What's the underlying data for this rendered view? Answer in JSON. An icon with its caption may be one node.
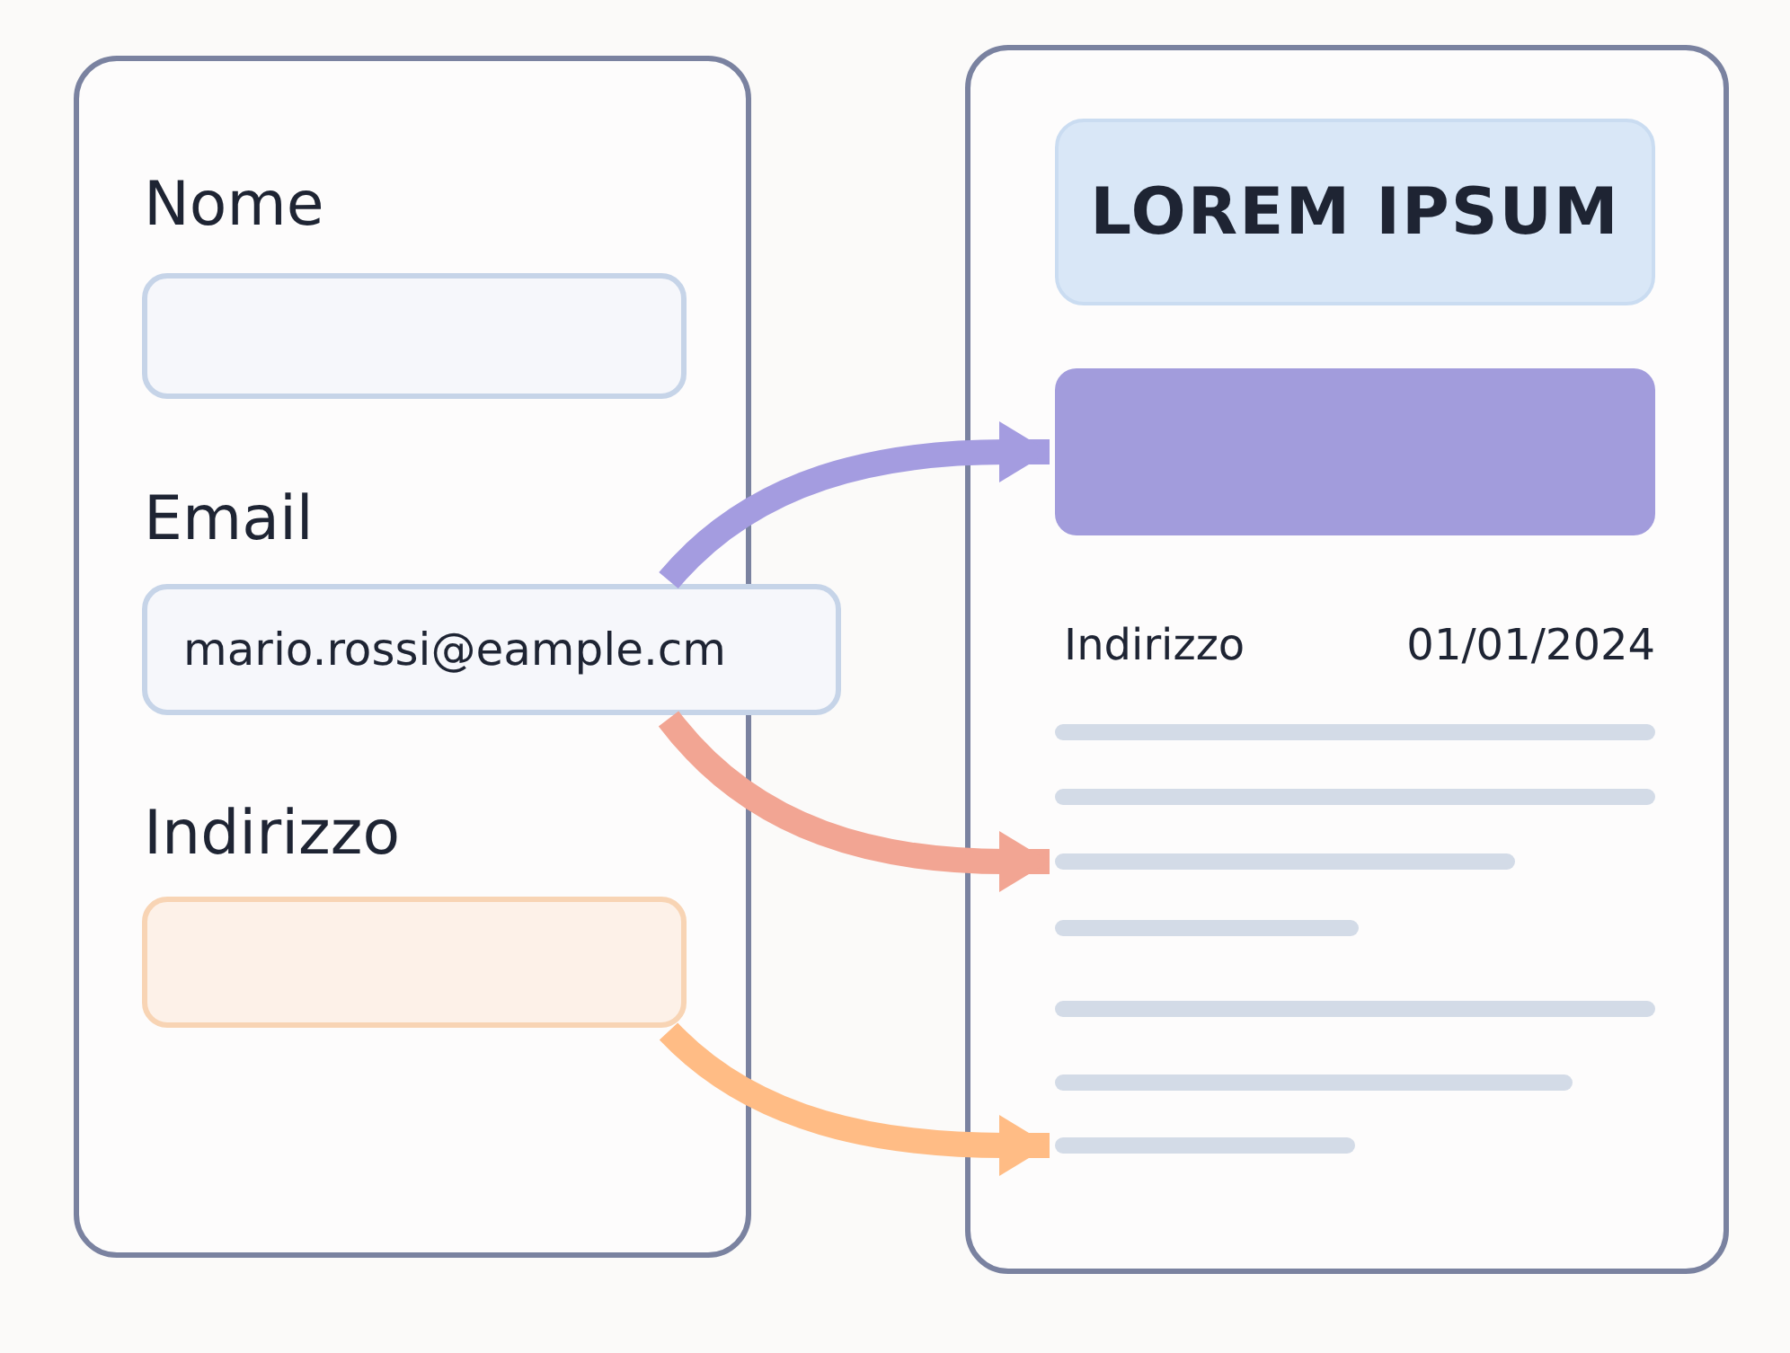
{
  "diagram": {
    "nodes": [
      {
        "text": [],
        "shape": "box"
      },
      {
        "text": [],
        "shape": "box",
        "in": 0,
        "beside": [
          "Nome"
        ]
      },
      {
        "text": [
          "mario.rossi@eample.cm"
        ],
        "beside": [
          "Email"
        ]
      },
      {
        "text": [],
        "shape": "box",
        "in": 0,
        "beside": [
          "Indirizzo"
        ]
      },
      {
        "text": [],
        "shape": "box"
      },
      {
        "text": [
          "LOREM IPSUM"
        ],
        "in": 4
      },
      {
        "text": [],
        "shape": "bar",
        "in": 4
      },
      {
        "text": [],
        "shape": "bar",
        "in": 4
      },
      {
        "text": [],
        "shape": "bar",
        "in": 4
      },
      {
        "text": [],
        "shape": "bar",
        "in": 4
      },
      {
        "text": [],
        "shape": "bar",
        "in": 4
      },
      {
        "text": [],
        "shape": "bar",
        "in": 4
      },
      {
        "text": [],
        "shape": "bar",
        "in": 4
      },
      {
        "text": [],
        "shape": "bar",
        "in": 4
      }
    ],
    "edges": [
      {
        "from": 2,
        "to": 6,
        "arrow": "to",
        "color": "#a49ce0"
      },
      {
        "from": 2,
        "to": 9,
        "arrow": "to",
        "color": "#f2a593"
      },
      {
        "from": 3,
        "to": 13,
        "arrow": "to",
        "color": "#ffbc85"
      }
    ],
    "labels": [
      "Indirizzo",
      "01/01/2024"
    ]
  }
}
